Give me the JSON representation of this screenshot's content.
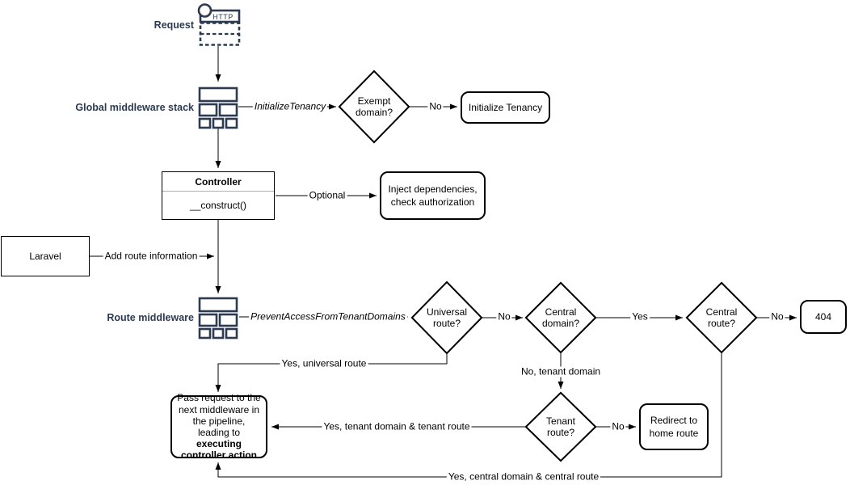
{
  "colors": {
    "accent": "#2d3b51",
    "line": "#000000",
    "bg": "#ffffff"
  },
  "nodes": {
    "request": {
      "label": "Request",
      "icon": "http-request-icon",
      "icon_text": "HTTP"
    },
    "global_middleware": {
      "label": "Global middleware stack",
      "icon": "middleware-stack-icon"
    },
    "exempt_domain": {
      "label": "Exempt domain?"
    },
    "initialize_tenancy": {
      "label": "Initialize Tenancy"
    },
    "controller": {
      "title": "Controller",
      "method": "__construct()"
    },
    "inject_dependencies": {
      "label": "Inject dependencies, check authorization"
    },
    "laravel": {
      "label": "Laravel"
    },
    "route_middleware": {
      "label": "Route middleware",
      "icon": "middleware-stack-icon"
    },
    "universal_route": {
      "label": "Universal route?"
    },
    "central_domain": {
      "label": "Central domain?"
    },
    "central_route": {
      "label": "Central route?"
    },
    "http_404": {
      "label": "404"
    },
    "tenant_route": {
      "label": "Tenant route?"
    },
    "redirect_home": {
      "label": "Redirect to home route"
    },
    "pass_request": {
      "text": "Pass request to the next middleware in the pipeline, leading to",
      "bold": "executing controller action"
    }
  },
  "edge_labels": {
    "initialize_tenancy": "InitializeTenancy",
    "exempt_no": "No",
    "optional": "Optional",
    "add_route_information": "Add route information",
    "prevent_access": "PreventAccessFromTenantDomains",
    "universal_no": "No",
    "central_domain_yes": "Yes",
    "central_route_no": "No",
    "yes_universal_route": "Yes, universal route",
    "no_tenant_domain": "No, tenant domain",
    "tenant_route_no": "No",
    "yes_tenant_domain_route": "Yes, tenant domain & tenant route",
    "yes_central_domain_route": "Yes, central domain & central route"
  }
}
